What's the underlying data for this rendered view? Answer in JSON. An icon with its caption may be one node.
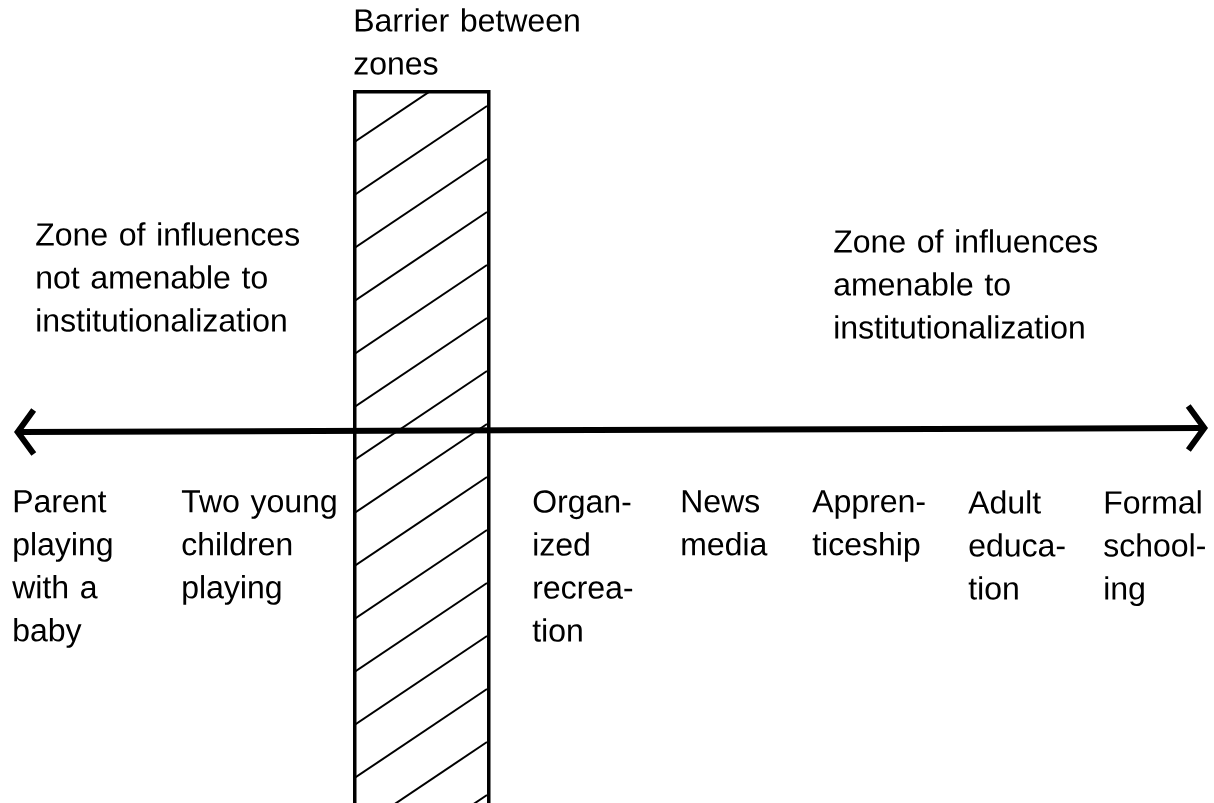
{
  "diagram": {
    "nodes": [
      {
        "text": [
          "Barrier between zones"
        ]
      }
    ],
    "labels": [
      "Zone of influences not amenable to institutionalization",
      "Zone of influences amenable to institutionalization",
      "Parent playing with a baby",
      "Two young children playing",
      "Organ- ized recrea- tion",
      "News media",
      "Appren- ticeship",
      "Adult educa- tion",
      "Formal school- ing"
    ]
  }
}
